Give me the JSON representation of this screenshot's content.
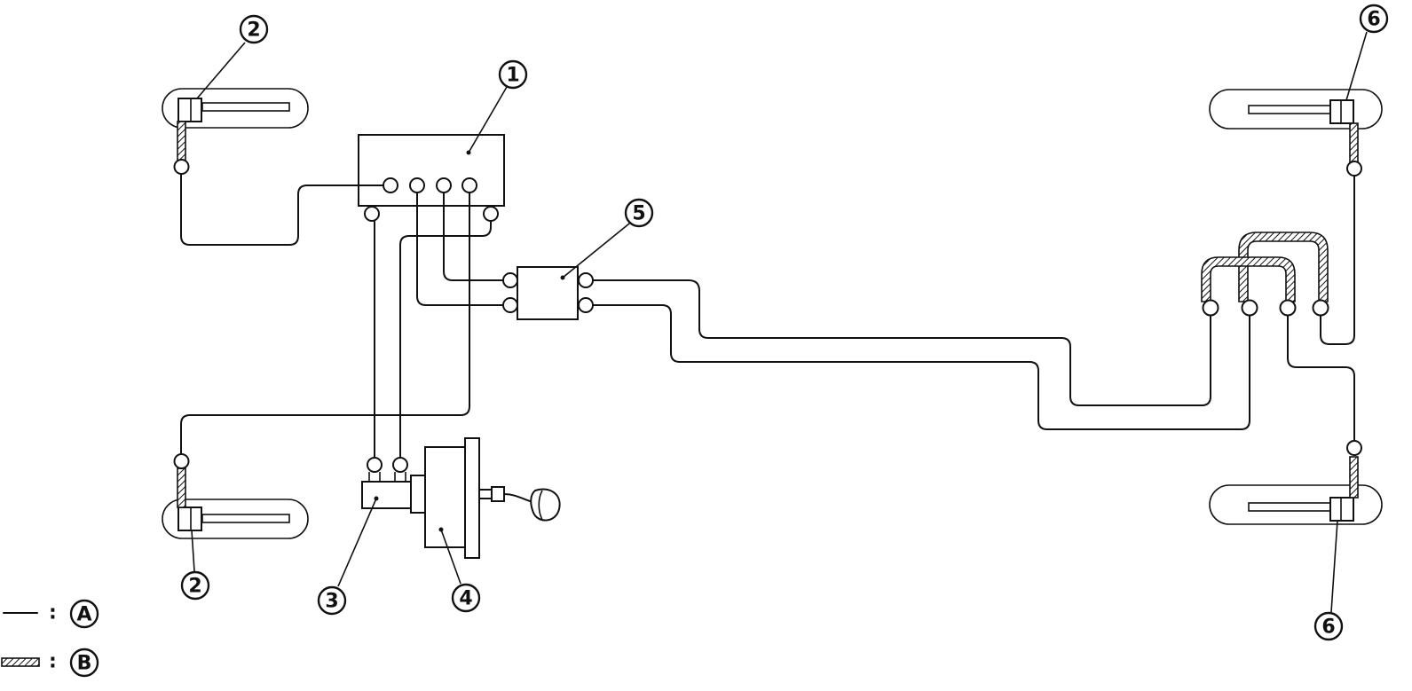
{
  "callouts": {
    "c1": "1",
    "c2_top": "2",
    "c2_bottom": "2",
    "c3": "3",
    "c4": "4",
    "c5": "5",
    "c6_top": "6",
    "c6_bottom": "6"
  },
  "legend": {
    "separator_a": ":",
    "label_a": "A",
    "separator_b": ":",
    "label_b": "B"
  }
}
